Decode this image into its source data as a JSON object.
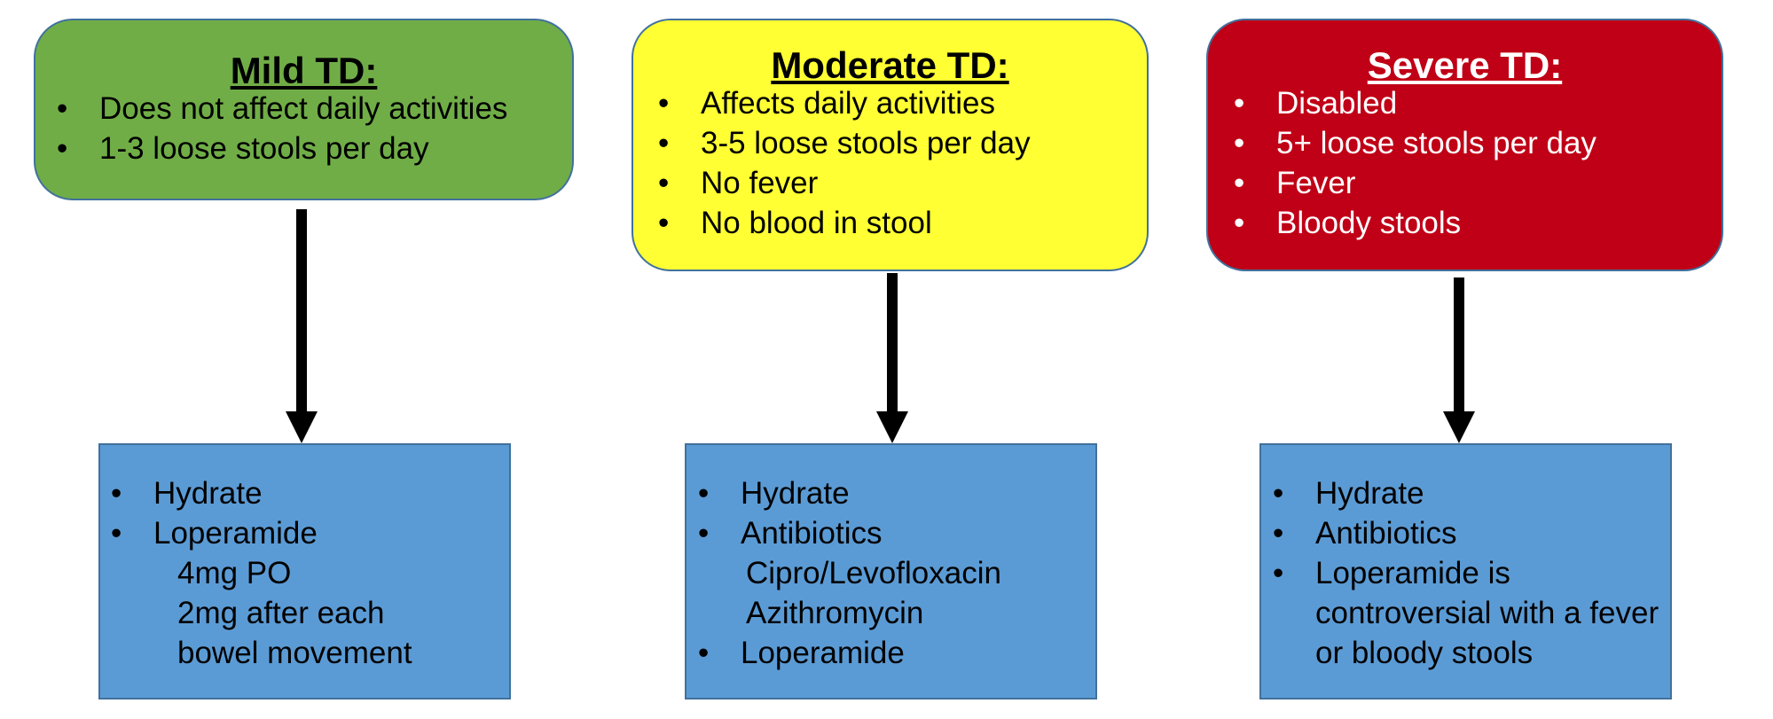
{
  "diagram": {
    "colors": {
      "mild": "#70ad47",
      "moderate": "#ffff33",
      "severe": "#c00016",
      "treatment": "#5b9bd5",
      "border": "#41719c",
      "arrow": "#000000"
    },
    "severity": [
      {
        "title": "Mild TD:",
        "symptoms": [
          "Does not affect daily activities",
          "1-3 loose stools per day"
        ]
      },
      {
        "title": "Moderate TD:",
        "symptoms": [
          "Affects daily activities",
          "3-5 loose stools per day",
          "No fever",
          "No blood in stool"
        ]
      },
      {
        "title": "Severe TD:",
        "symptoms": [
          "Disabled",
          "5+ loose stools per day",
          "Fever",
          "Bloody stools"
        ]
      }
    ],
    "treatment": [
      {
        "items": [
          "Hydrate",
          "Loperamide"
        ],
        "loperamide_detail": [
          "4mg PO",
          "2mg after each",
          "bowel movement"
        ]
      },
      {
        "items": [
          "Hydrate",
          "Antibiotics",
          "Loperamide"
        ],
        "antibiotic_options": [
          "Cipro/Levofloxacin",
          "Azithromycin"
        ]
      },
      {
        "items": [
          "Hydrate",
          "Antibiotics",
          "Loperamide is controversial with a fever or bloody stools"
        ]
      }
    ]
  }
}
